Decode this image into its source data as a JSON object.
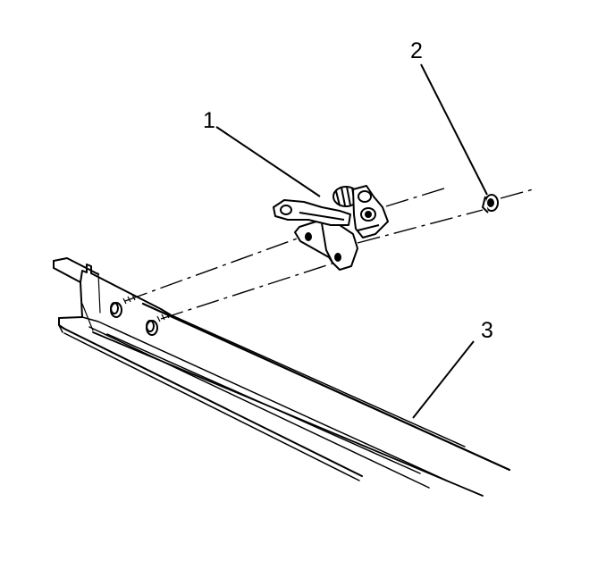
{
  "callouts": [
    {
      "number": "1",
      "part": "hinge-assembly"
    },
    {
      "number": "2",
      "part": "nut"
    },
    {
      "number": "3",
      "part": "rail"
    }
  ]
}
